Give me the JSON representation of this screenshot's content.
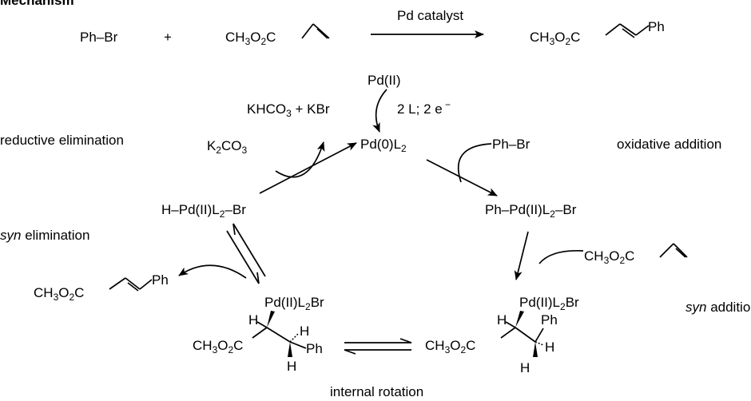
{
  "header": "Mechanism",
  "overall": {
    "reactant1": "Ph–Br",
    "plus": "+",
    "reactant2": "CH3O2C",
    "catalyst": "Pd catalyst",
    "product": "CH3O2C",
    "product_ph": "Ph"
  },
  "cycle": {
    "pd2": "Pd(II)",
    "reduce": "2 L; 2 e",
    "byproducts": "KHCO3 + KBr",
    "base": "K2CO3",
    "pd0": "Pd(0)L2",
    "phbr": "Ph–Br",
    "ox_product": "Ph–Pd(II)L2–Br",
    "acrylate": "CH3O2C",
    "hydride": "H–Pd(II)L2–Br",
    "elim_product": "CH3O2C",
    "elim_product_ph": "Ph",
    "pd_left": "Pd(II)L2Br",
    "pd_right": "Pd(II)L2Br",
    "ester_left": "CH3O2C",
    "ester_right": "CH3O2C",
    "ph_left": "Ph",
    "ph_right": "Ph",
    "h": "H"
  },
  "steps": {
    "reductive": "reductive elimination",
    "oxidative": "oxidative addition",
    "syn_elim_italic": "syn",
    "syn_elim_rest": " elimination",
    "syn_add_italic": "syn",
    "syn_add_rest": " addition",
    "rotation": "internal rotation"
  }
}
